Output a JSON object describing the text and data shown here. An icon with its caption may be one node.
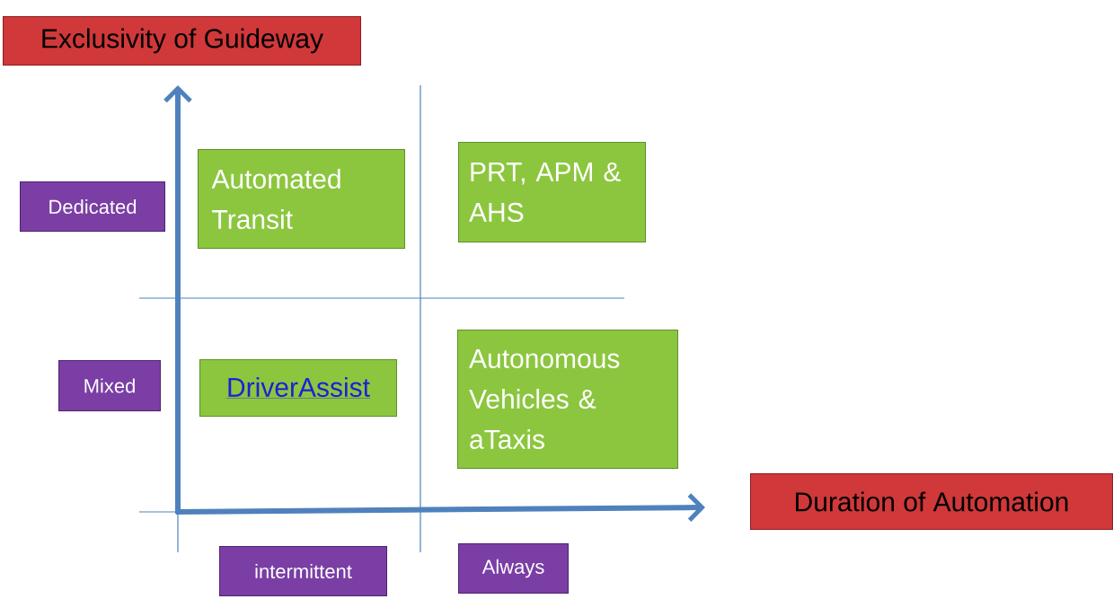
{
  "diagram": {
    "nodes": [
      {
        "text": [
          "Exclusivity of Guideway"
        ]
      },
      {
        "text": [
          "Dedicated"
        ]
      },
      {
        "text": [
          "Automated Transit"
        ]
      },
      {
        "text": [
          "PRT, APM & AHS"
        ]
      },
      {
        "text": [
          "Mixed"
        ]
      },
      {
        "text": [
          "DriverAssist"
        ]
      },
      {
        "text": [
          "Autonomous Vehicles & aTaxis"
        ]
      },
      {
        "text": [
          "Duration of Automation"
        ]
      },
      {
        "text": [
          "intermittent"
        ]
      },
      {
        "text": [
          "Always"
        ]
      }
    ]
  }
}
